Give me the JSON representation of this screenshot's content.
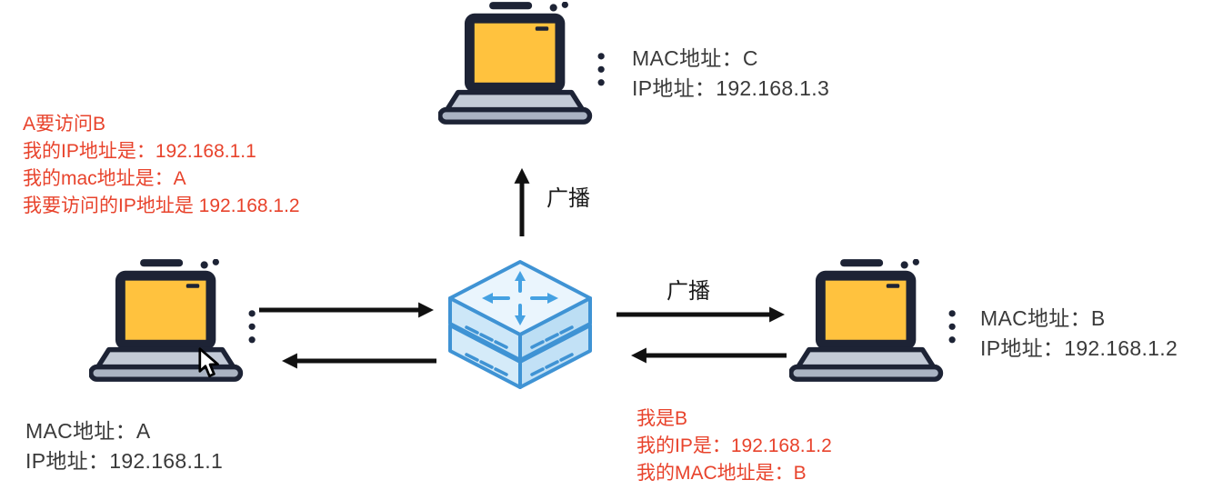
{
  "colors": {
    "annotation_red": "#e8432c",
    "label_text": "#3a3a3a",
    "arrow_black": "#111111",
    "switch_blue": "#3f93d4",
    "laptop_screen_orange": "#ffc23e"
  },
  "laptops": {
    "a": {
      "mac": "MAC地址：A",
      "ip": "IP地址：192.168.1.1"
    },
    "b": {
      "mac": "MAC地址：B",
      "ip": "IP地址：192.168.1.2"
    },
    "c": {
      "mac": "MAC地址：C",
      "ip": "IP地址：192.168.1.3"
    }
  },
  "annotations": {
    "a_request": {
      "lines": [
        "A要访问B",
        "我的IP地址是：192.168.1.1",
        "我的mac地址是：A",
        "我要访问的IP地址是 192.168.1.2"
      ]
    },
    "b_reply": {
      "lines": [
        "我是B",
        "我的IP是：192.168.1.2",
        "我的MAC地址是：B"
      ]
    }
  },
  "labels": {
    "broadcast_to_c": "广播",
    "broadcast_to_b": "广播"
  }
}
